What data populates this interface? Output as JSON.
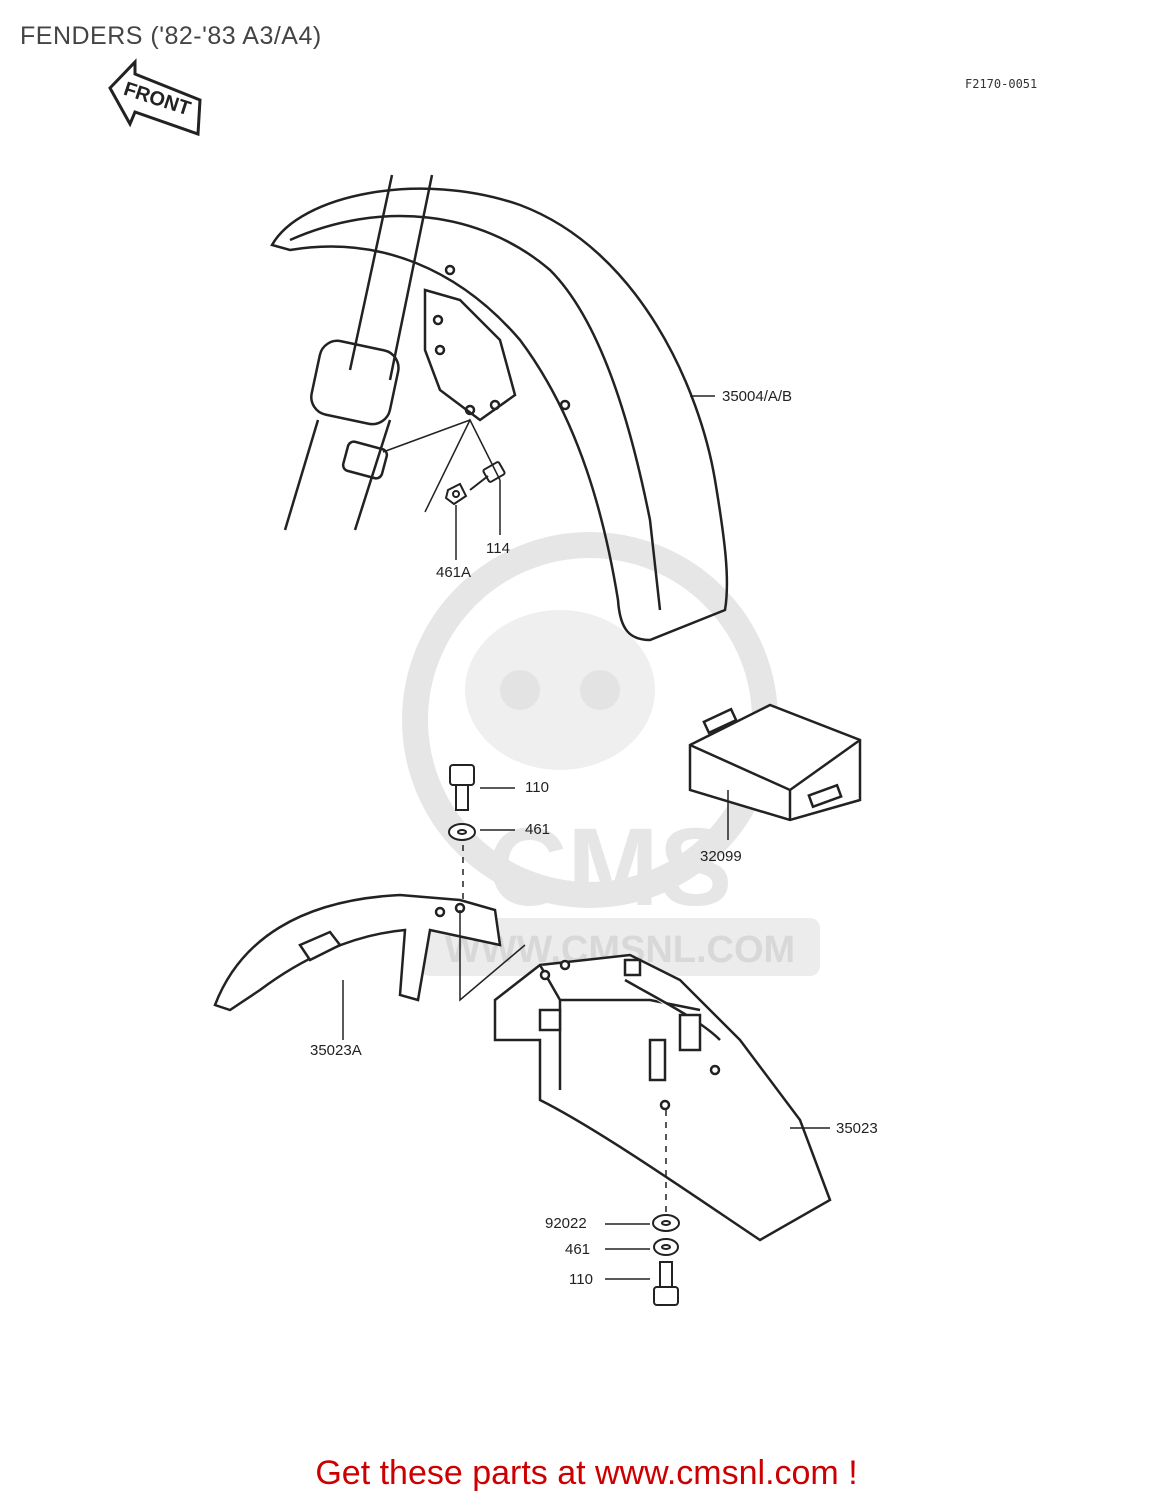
{
  "header": {
    "title": "FENDERS ('82-'83 A3/A4)",
    "diagram_code": "F2170-0051",
    "front_arrow_label": "FRONT"
  },
  "parts": {
    "front_fender": "35004/A/B",
    "bolt_114": "114",
    "nut_461A": "461A",
    "bolt_110_top": "110",
    "washer_461_top": "461",
    "box_32099": "32099",
    "inner_fender": "35023A",
    "rear_fender": "35023",
    "washer_92022": "92022",
    "washer_461_bottom": "461",
    "bolt_110_bottom": "110"
  },
  "watermark": {
    "brand": "CMS",
    "url": "WWW.CMSNL.COM"
  },
  "footer": {
    "cta": "Get these parts at www.cmsnl.com !"
  },
  "colors": {
    "line": "#222222",
    "watermark": "#e6e6e6",
    "footer_text": "#cc0000"
  }
}
